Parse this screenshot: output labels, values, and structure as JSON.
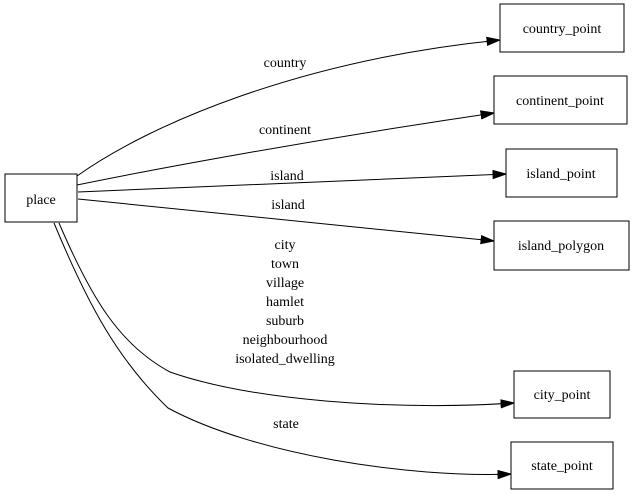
{
  "diagram": {
    "type": "directed-graph",
    "background_color": "#ffffff",
    "stroke_color": "#000000",
    "text_color": "#000000",
    "nodes": [
      {
        "id": "place",
        "label": "place"
      },
      {
        "id": "country_point",
        "label": "country_point"
      },
      {
        "id": "continent_point",
        "label": "continent_point"
      },
      {
        "id": "island_point",
        "label": "island_point"
      },
      {
        "id": "island_polygon",
        "label": "island_polygon"
      },
      {
        "id": "city_point",
        "label": "city_point"
      },
      {
        "id": "state_point",
        "label": "state_point"
      }
    ],
    "edges": [
      {
        "from": "place",
        "to": "country_point",
        "label": "country"
      },
      {
        "from": "place",
        "to": "continent_point",
        "label": "continent"
      },
      {
        "from": "place",
        "to": "island_point",
        "label": "island"
      },
      {
        "from": "place",
        "to": "island_polygon",
        "label": "island"
      },
      {
        "from": "place",
        "to": "city_point",
        "label": "city town village hamlet suburb neighbourhood isolated_dwelling",
        "label_lines": [
          "city",
          "town",
          "village",
          "hamlet",
          "suburb",
          "neighbourhood",
          "isolated_dwelling"
        ]
      },
      {
        "from": "place",
        "to": "state_point",
        "label": "state"
      }
    ]
  }
}
